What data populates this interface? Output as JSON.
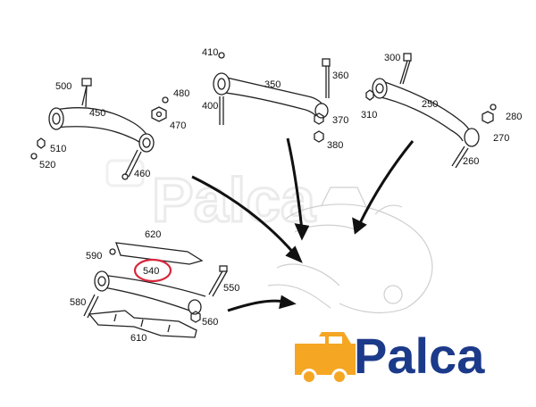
{
  "diagram": {
    "labels": {
      "p500": "500",
      "p450": "450",
      "p480": "480",
      "p470": "470",
      "p510": "510",
      "p520": "520",
      "p460": "460",
      "p410": "410",
      "p350": "350",
      "p360": "360",
      "p400": "400",
      "p370": "370",
      "p380": "380",
      "p300": "300",
      "p250": "250",
      "p310": "310",
      "p280": "280",
      "p270": "270",
      "p260": "260",
      "p620": "620",
      "p590": "590",
      "p540": "540",
      "p550": "550",
      "p580": "580",
      "p560": "560",
      "p610": "610"
    },
    "highlight_part": "540",
    "highlight_color": "#d7263d"
  },
  "watermark": {
    "text": "Palca"
  },
  "logo": {
    "text": "Palca",
    "text_color": "#1c3a8a",
    "car_color": "#f5a623"
  }
}
